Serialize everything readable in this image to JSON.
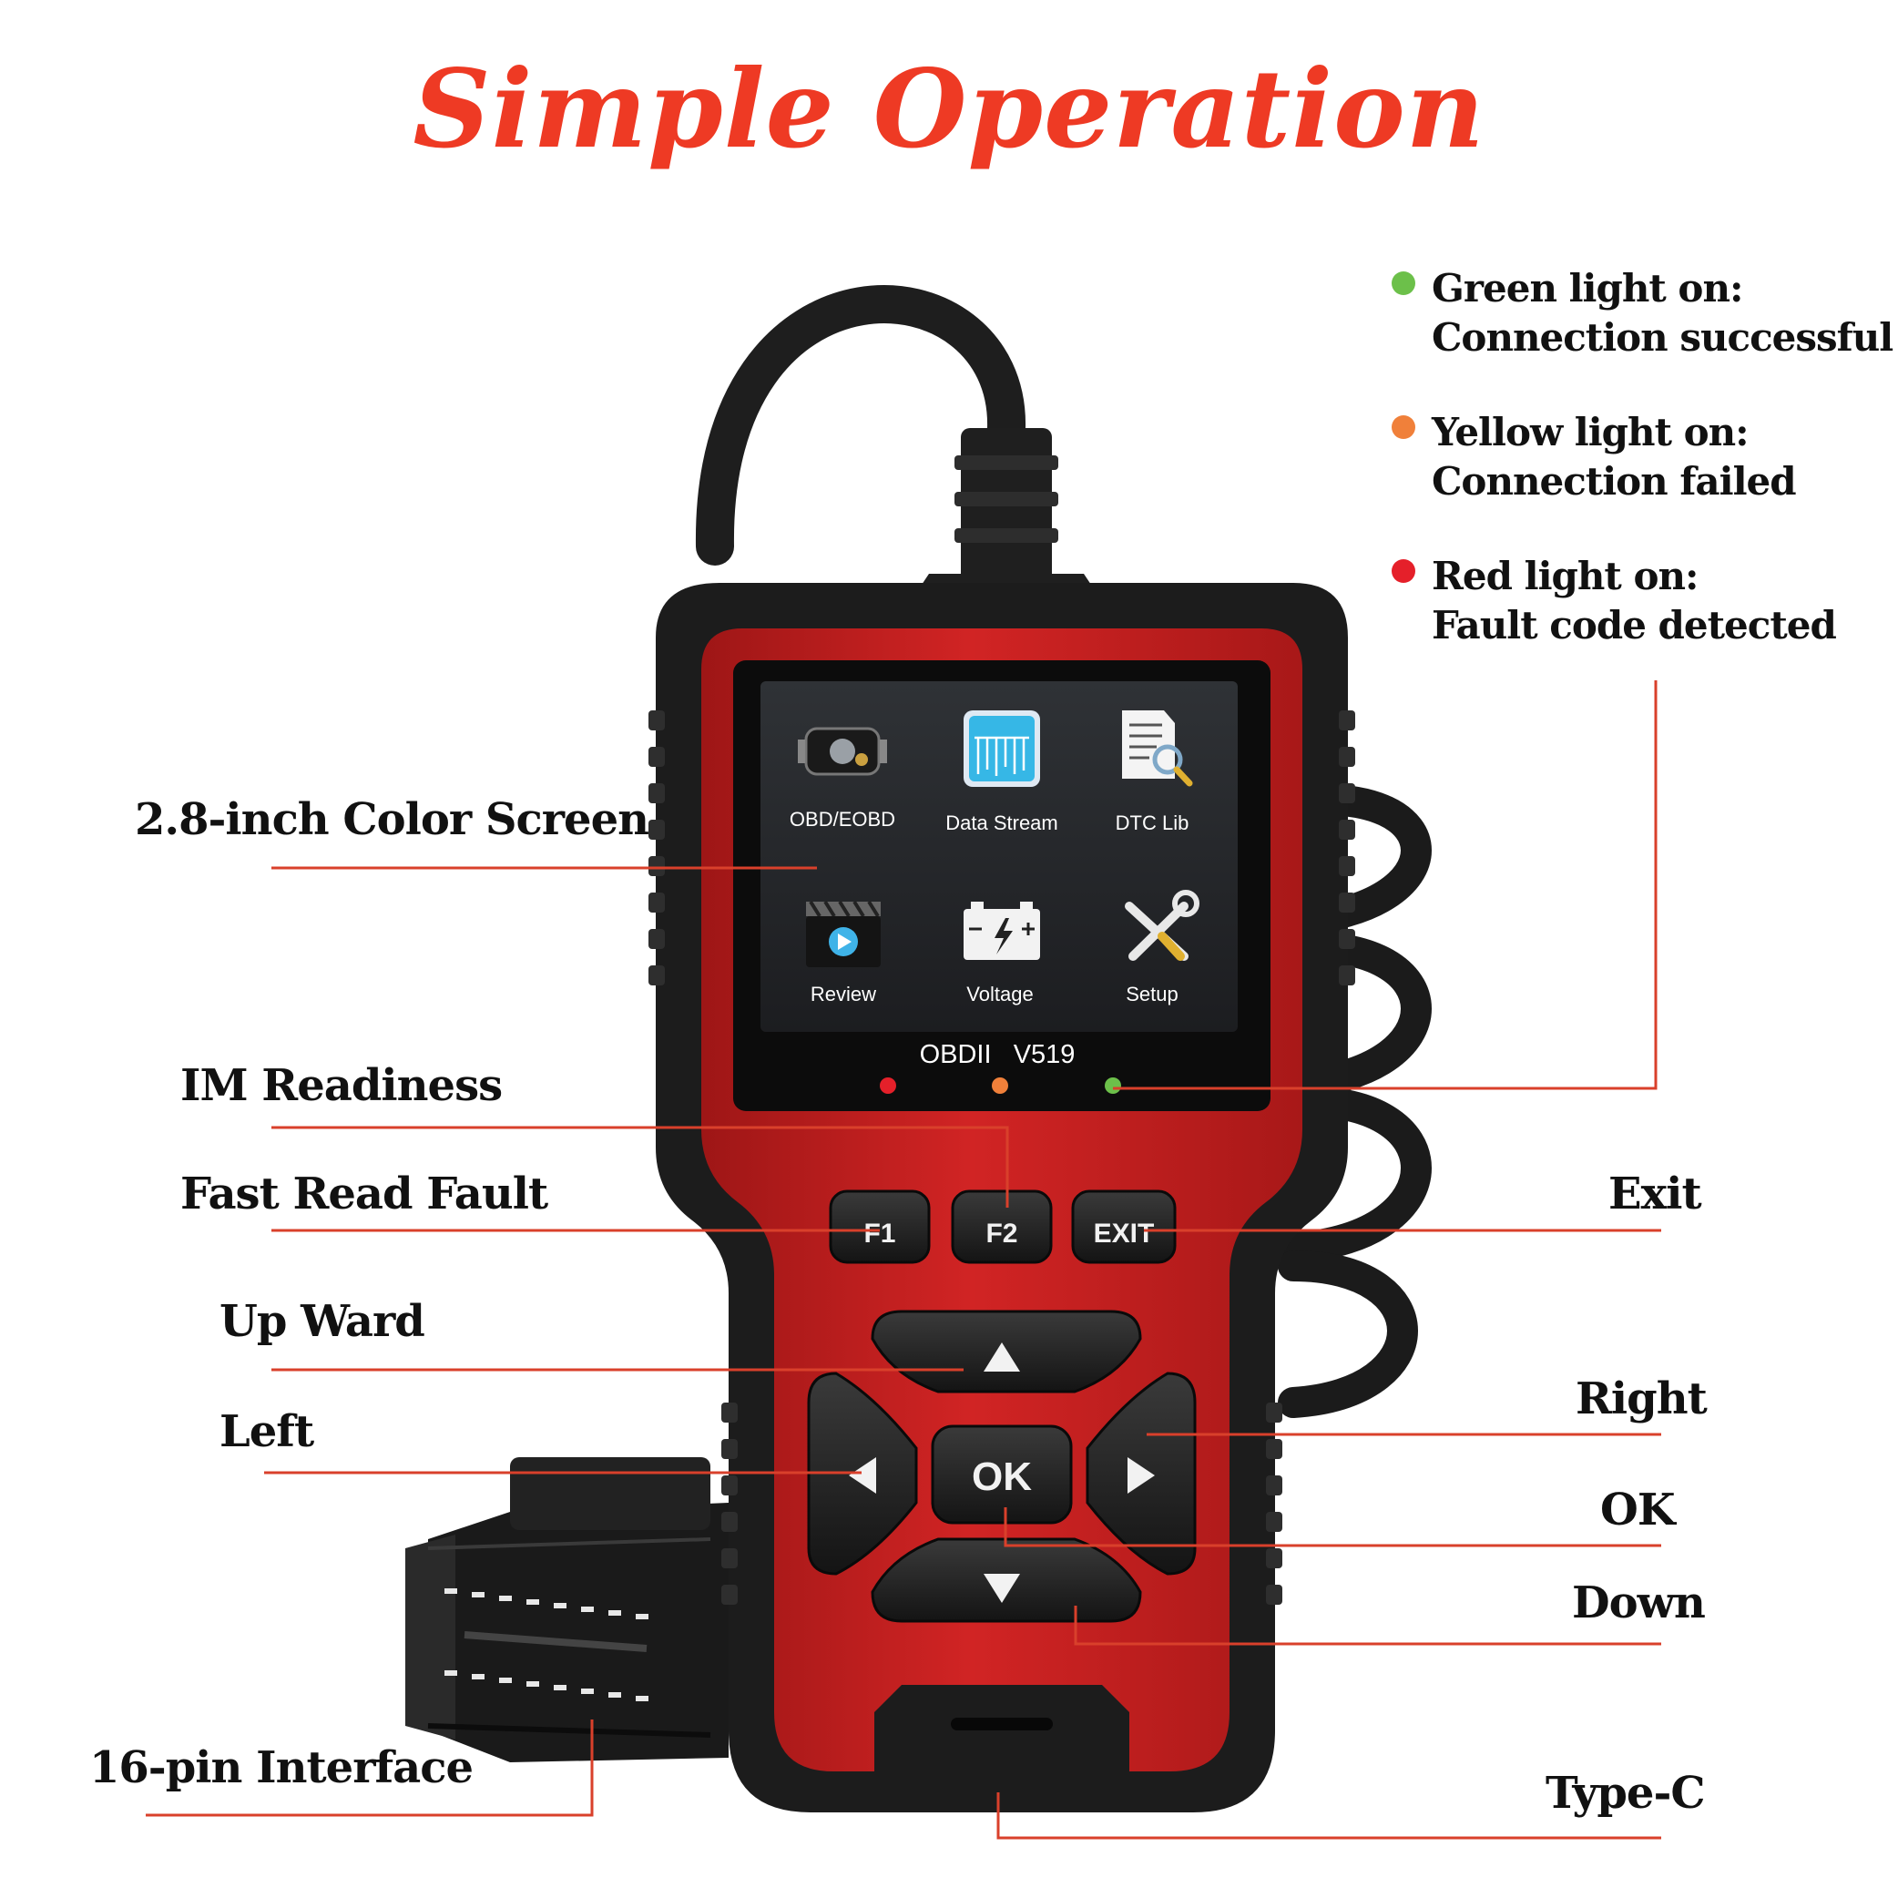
{
  "title": "Simple Operation",
  "indicators": [
    {
      "line1": "Green light on:",
      "line2": "Connection successful",
      "color": "#6cc04a"
    },
    {
      "line1": "Yellow light on:",
      "line2": "Connection failed",
      "color": "#f0803a"
    },
    {
      "line1": "Red light on:",
      "line2": "Fault code detected",
      "color": "#e5202a"
    }
  ],
  "callouts": {
    "screen": "2.8-inch Color Screen",
    "im_readiness": "IM Readiness",
    "fast_read_fault": "Fast Read Fault",
    "up_ward": "Up Ward",
    "left": "Left",
    "interface": "16-pin Interface",
    "exit": "Exit",
    "right": "Right",
    "ok": "OK",
    "down": "Down",
    "type_c": "Type-C"
  },
  "device": {
    "model": "OBDII   V519",
    "body_color": "#c81e1e",
    "leader_color": "#d9402b",
    "menu": [
      {
        "label": "OBD/EOBD",
        "icon": "engine-icon"
      },
      {
        "label": "Data Stream",
        "icon": "data-stream-icon"
      },
      {
        "label": "DTC Lib",
        "icon": "dtc-lib-icon"
      },
      {
        "label": "Review",
        "icon": "review-play-icon"
      },
      {
        "label": "Voltage",
        "icon": "battery-icon"
      },
      {
        "label": "Setup",
        "icon": "tools-icon"
      }
    ],
    "buttons": {
      "f1": "F1",
      "f2": "F2",
      "exit": "EXIT",
      "ok": "OK"
    }
  }
}
